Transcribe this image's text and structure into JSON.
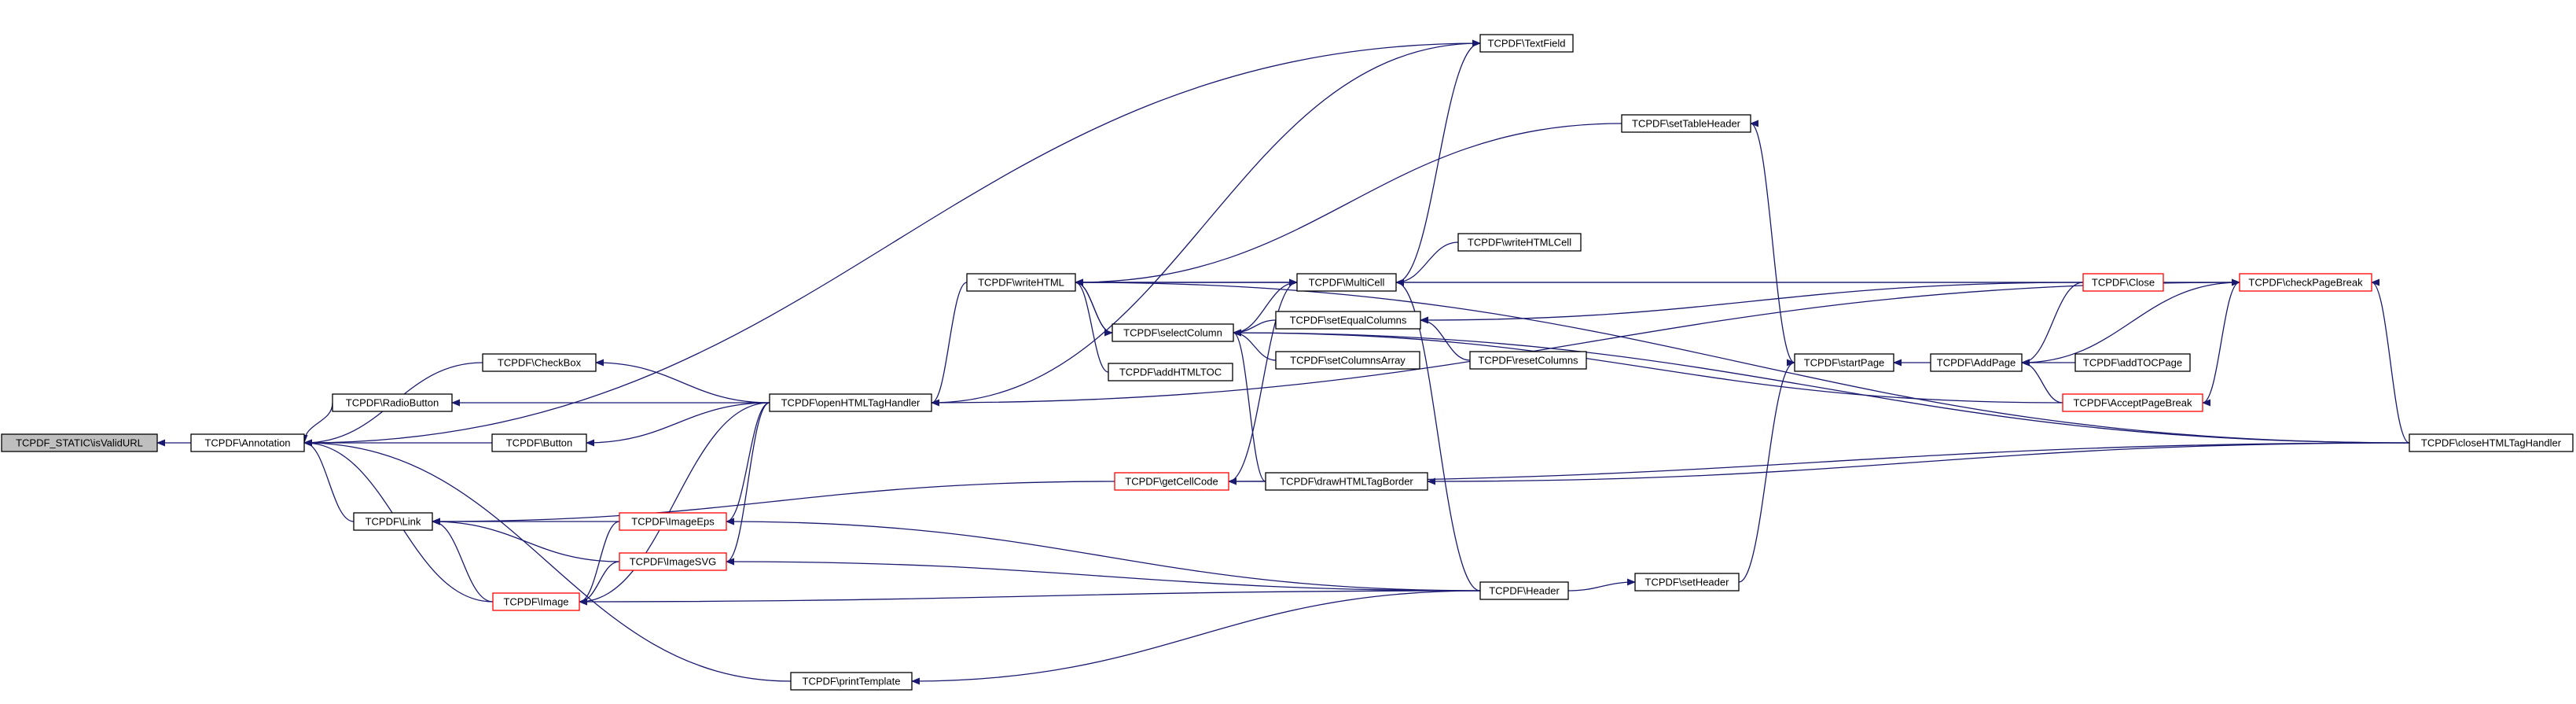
{
  "colors": {
    "edge": "#191970",
    "node_fill": "#ffffff",
    "node_border": "#000000",
    "node_border_truncated": "#ff0000",
    "root_fill": "#bfbfbf"
  },
  "nodes": [
    {
      "id": "isValidURL",
      "label": "TCPDF_STATIC\\isValidURL",
      "root": true
    },
    {
      "id": "Annotation",
      "label": "TCPDF\\Annotation"
    },
    {
      "id": "CheckBox",
      "label": "TCPDF\\CheckBox"
    },
    {
      "id": "RadioButton",
      "label": "TCPDF\\RadioButton"
    },
    {
      "id": "Button",
      "label": "TCPDF\\Button"
    },
    {
      "id": "Link",
      "label": "TCPDF\\Link"
    },
    {
      "id": "Image",
      "label": "TCPDF\\Image",
      "truncated": true
    },
    {
      "id": "ImageEps",
      "label": "TCPDF\\ImageEps",
      "truncated": true
    },
    {
      "id": "ImageSVG",
      "label": "TCPDF\\ImageSVG",
      "truncated": true
    },
    {
      "id": "printTemplate",
      "label": "TCPDF\\printTemplate"
    },
    {
      "id": "openHTMLTagHandler",
      "label": "TCPDF\\openHTMLTagHandler"
    },
    {
      "id": "writeHTML",
      "label": "TCPDF\\writeHTML"
    },
    {
      "id": "selectColumn",
      "label": "TCPDF\\selectColumn"
    },
    {
      "id": "addHTMLTOC",
      "label": "TCPDF\\addHTMLTOC"
    },
    {
      "id": "TextField",
      "label": "TCPDF\\TextField"
    },
    {
      "id": "MultiCell",
      "label": "TCPDF\\MultiCell"
    },
    {
      "id": "getCellCode",
      "label": "TCPDF\\getCellCode",
      "truncated": true
    },
    {
      "id": "setEqualColumns",
      "label": "TCPDF\\setEqualColumns"
    },
    {
      "id": "setColumnsArray",
      "label": "TCPDF\\setColumnsArray"
    },
    {
      "id": "drawHTMLTagBorder",
      "label": "TCPDF\\drawHTMLTagBorder"
    },
    {
      "id": "writeHTMLCell",
      "label": "TCPDF\\writeHTMLCell"
    },
    {
      "id": "resetColumns",
      "label": "TCPDF\\resetColumns"
    },
    {
      "id": "setTableHeader",
      "label": "TCPDF\\setTableHeader"
    },
    {
      "id": "startPage",
      "label": "TCPDF\\startPage"
    },
    {
      "id": "Header",
      "label": "TCPDF\\Header"
    },
    {
      "id": "setHeader",
      "label": "TCPDF\\setHeader"
    },
    {
      "id": "AddPage",
      "label": "TCPDF\\AddPage"
    },
    {
      "id": "Close",
      "label": "TCPDF\\Close",
      "truncated": true
    },
    {
      "id": "addTOCPage",
      "label": "TCPDF\\addTOCPage"
    },
    {
      "id": "AcceptPageBreak",
      "label": "TCPDF\\AcceptPageBreak",
      "truncated": true
    },
    {
      "id": "checkPageBreak",
      "label": "TCPDF\\checkPageBreak",
      "truncated": true
    },
    {
      "id": "closeHTMLTagHandler",
      "label": "TCPDF\\closeHTMLTagHandler"
    }
  ],
  "edges": [
    {
      "from": "Annotation",
      "to": "isValidURL"
    },
    {
      "from": "CheckBox",
      "to": "Annotation"
    },
    {
      "from": "RadioButton",
      "to": "Annotation"
    },
    {
      "from": "Button",
      "to": "Annotation"
    },
    {
      "from": "Link",
      "to": "Annotation"
    },
    {
      "from": "Image",
      "to": "Annotation"
    },
    {
      "from": "printTemplate",
      "to": "Annotation"
    },
    {
      "from": "TextField",
      "to": "Annotation"
    },
    {
      "from": "openHTMLTagHandler",
      "to": "CheckBox"
    },
    {
      "from": "openHTMLTagHandler",
      "to": "RadioButton"
    },
    {
      "from": "openHTMLTagHandler",
      "to": "Button"
    },
    {
      "from": "openHTMLTagHandler",
      "to": "TextField"
    },
    {
      "from": "openHTMLTagHandler",
      "to": "ImageEps"
    },
    {
      "from": "openHTMLTagHandler",
      "to": "ImageSVG"
    },
    {
      "from": "openHTMLTagHandler",
      "to": "Image"
    },
    {
      "from": "openHTMLTagHandler",
      "to": "checkPageBreak"
    },
    {
      "from": "writeHTML",
      "to": "openHTMLTagHandler"
    },
    {
      "from": "ImageEps",
      "to": "Link"
    },
    {
      "from": "ImageSVG",
      "to": "Link"
    },
    {
      "from": "Image",
      "to": "Link"
    },
    {
      "from": "getCellCode",
      "to": "Link"
    },
    {
      "from": "ImageEps",
      "to": "Image"
    },
    {
      "from": "ImageSVG",
      "to": "Image"
    },
    {
      "from": "Header",
      "to": "Image"
    },
    {
      "from": "Header",
      "to": "ImageEps"
    },
    {
      "from": "Header",
      "to": "ImageSVG"
    },
    {
      "from": "Header",
      "to": "printTemplate"
    },
    {
      "from": "selectColumn",
      "to": "writeHTML"
    },
    {
      "from": "addHTMLTOC",
      "to": "writeHTML"
    },
    {
      "from": "MultiCell",
      "to": "writeHTML"
    },
    {
      "from": "setTableHeader",
      "to": "writeHTML"
    },
    {
      "from": "checkPageBreak",
      "to": "writeHTML"
    },
    {
      "from": "closeHTMLTagHandler",
      "to": "writeHTML"
    },
    {
      "from": "writeHTML",
      "to": "selectColumn"
    },
    {
      "from": "writeHTML",
      "to": "MultiCell"
    },
    {
      "from": "MultiCell",
      "to": "TextField"
    },
    {
      "from": "writeHTMLCell",
      "to": "MultiCell"
    },
    {
      "from": "Header",
      "to": "MultiCell"
    },
    {
      "from": "getCellCode",
      "to": "MultiCell"
    },
    {
      "from": "MultiCell",
      "to": "selectColumn"
    },
    {
      "from": "MultiCell",
      "to": "checkPageBreak"
    },
    {
      "from": "setEqualColumns",
      "to": "selectColumn"
    },
    {
      "from": "setColumnsArray",
      "to": "selectColumn"
    },
    {
      "from": "drawHTMLTagBorder",
      "to": "selectColumn"
    },
    {
      "from": "AcceptPageBreak",
      "to": "selectColumn"
    },
    {
      "from": "closeHTMLTagHandler",
      "to": "selectColumn"
    },
    {
      "from": "Close",
      "to": "setEqualColumns"
    },
    {
      "from": "resetColumns",
      "to": "setEqualColumns"
    },
    {
      "from": "drawHTMLTagBorder",
      "to": "getCellCode"
    },
    {
      "from": "closeHTMLTagHandler",
      "to": "getCellCode"
    },
    {
      "from": "closeHTMLTagHandler",
      "to": "drawHTMLTagBorder"
    },
    {
      "from": "startPage",
      "to": "setTableHeader"
    },
    {
      "from": "setHeader",
      "to": "startPage"
    },
    {
      "from": "Header",
      "to": "setHeader"
    },
    {
      "from": "AddPage",
      "to": "startPage"
    },
    {
      "from": "Close",
      "to": "AddPage"
    },
    {
      "from": "addTOCPage",
      "to": "AddPage"
    },
    {
      "from": "AcceptPageBreak",
      "to": "AddPage"
    },
    {
      "from": "checkPageBreak",
      "to": "AddPage"
    },
    {
      "from": "checkPageBreak",
      "to": "AcceptPageBreak"
    },
    {
      "from": "closeHTMLTagHandler",
      "to": "checkPageBreak"
    }
  ]
}
